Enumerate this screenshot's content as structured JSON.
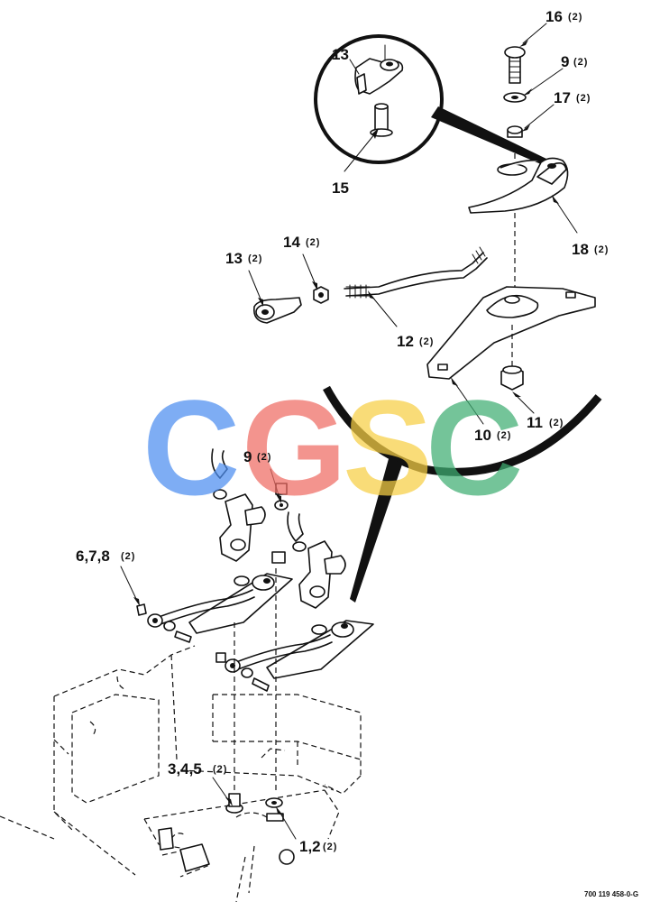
{
  "callouts": [
    {
      "id": "c13-inset",
      "number": "13",
      "qty": ""
    },
    {
      "id": "c15",
      "number": "15",
      "qty": ""
    },
    {
      "id": "c16",
      "number": "16",
      "qty": "(2)"
    },
    {
      "id": "c9-top",
      "number": "9",
      "qty": "(2)"
    },
    {
      "id": "c17",
      "number": "17",
      "qty": "(2)"
    },
    {
      "id": "c18",
      "number": "18",
      "qty": "(2)"
    },
    {
      "id": "c13",
      "number": "13",
      "qty": "(2)"
    },
    {
      "id": "c14",
      "number": "14",
      "qty": "(2)"
    },
    {
      "id": "c12",
      "number": "12",
      "qty": "(2)"
    },
    {
      "id": "c10",
      "number": "10",
      "qty": "(2)"
    },
    {
      "id": "c11",
      "number": "11",
      "qty": "(2)"
    },
    {
      "id": "c9-mid",
      "number": "9",
      "qty": "(2)"
    },
    {
      "id": "c678",
      "number": "6,7,8",
      "qty": "(2)"
    },
    {
      "id": "c345",
      "number": "3,4,5",
      "qty": "(2)"
    },
    {
      "id": "c12b",
      "number": "1,2",
      "qty": "(2)"
    }
  ],
  "drawing_number": "700 119 458-0-G",
  "watermark": {
    "letters": [
      "C",
      "G",
      "S",
      "C"
    ],
    "colors": [
      "#4d8ef0",
      "#ef6b63",
      "#f7cf45",
      "#3fae73"
    ]
  }
}
